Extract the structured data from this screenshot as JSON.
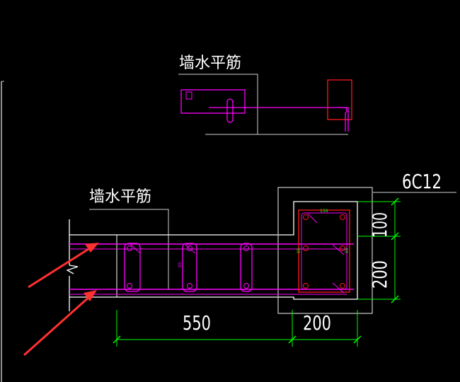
{
  "labels": {
    "top_label": "墙水平筋",
    "mid_label": "墙水平筋",
    "rebar_spec": "6C12",
    "tiny_mark_top": "134",
    "tiny_mark_left": "05",
    "tiny_mark_right": "05",
    "tiny_mark_stirrup": "05"
  },
  "dimensions": {
    "wall_length": "550",
    "column_width": "200",
    "right_upper": "100",
    "right_lower": "200"
  },
  "colors": {
    "background": "#000000",
    "outline": "#ffffff",
    "rebar": "#ff00ff",
    "column_stirrup": "#ff0000",
    "dimension": "#00ff00",
    "annotation_arrow": "#ff3030",
    "leader": "#ffffff"
  }
}
